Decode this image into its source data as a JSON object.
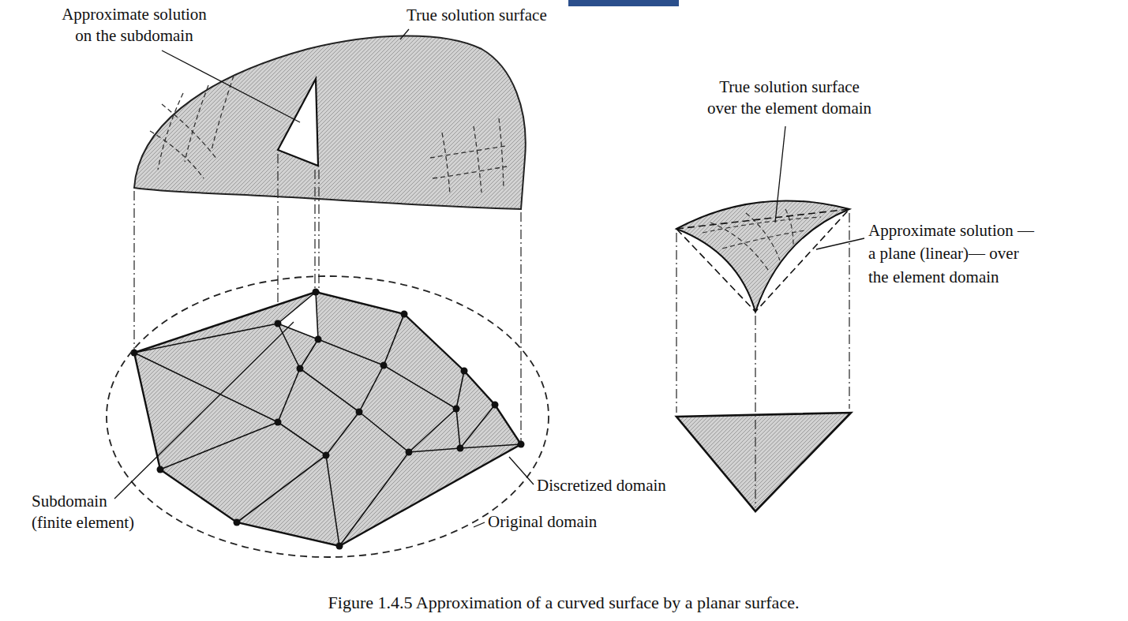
{
  "diagram": {
    "caption": "Figure 1.4.5 Approximation of a curved surface by a planar surface.",
    "labels": [
      "Approximate solution on the subdomain",
      "True solution surface",
      "True solution surface over the element domain",
      "Approximate solution —a plane (linear)— over the element domain",
      "Subdomain (finite element)",
      "Discretized domain",
      "Original domain"
    ]
  }
}
